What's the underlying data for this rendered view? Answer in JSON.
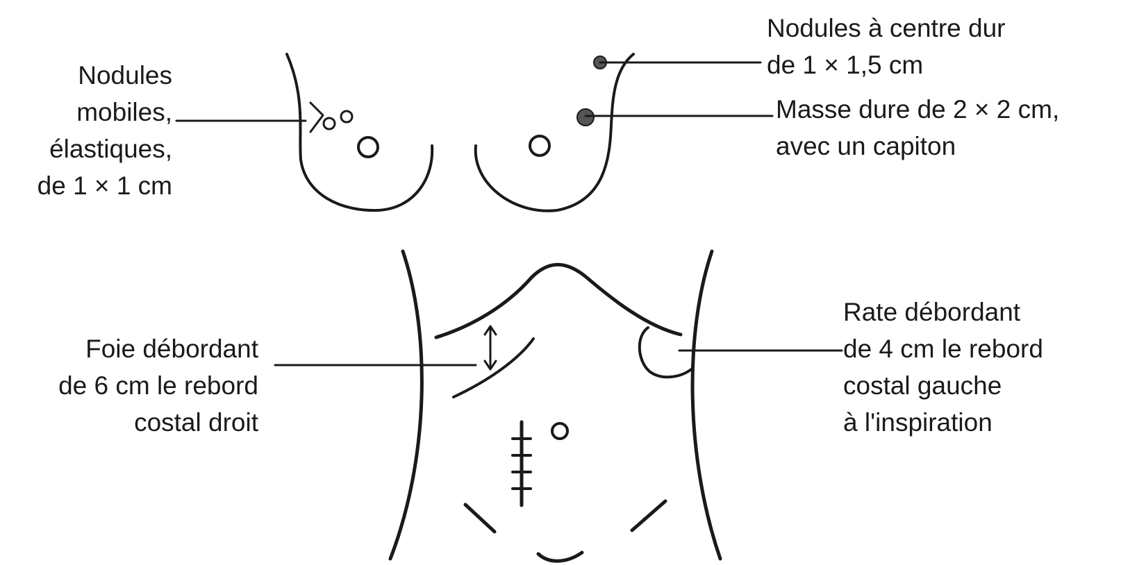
{
  "colors": {
    "ink": "#1a1a1a",
    "nodule_fill": "#555555",
    "background": "#ffffff"
  },
  "labels": {
    "breast_left": {
      "lines": [
        "Nodules",
        "mobiles,",
        "élastiques,",
        "de 1 × 1 cm"
      ]
    },
    "breast_right_top": {
      "lines": [
        "Nodules à centre dur",
        "de 1 × 1,5 cm"
      ]
    },
    "breast_right_mass": {
      "lines": [
        "Masse dure de 2 × 2 cm,",
        "avec un capiton"
      ]
    },
    "liver": {
      "lines": [
        "Foie débordant",
        "de 6 cm le rebord",
        "costal droit"
      ]
    },
    "spleen": {
      "lines": [
        "Rate débordant",
        "de 4 cm le rebord",
        "costal gauche",
        "à l'inspiration"
      ]
    }
  }
}
